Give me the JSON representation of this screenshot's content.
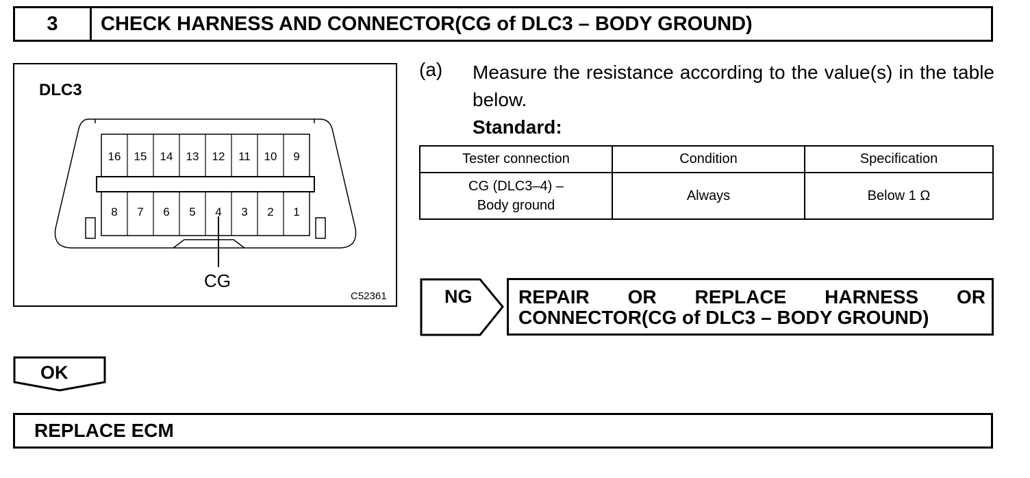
{
  "step": {
    "number": "3",
    "title": "CHECK HARNESS AND CONNECTOR(CG of DLC3 – BODY GROUND)"
  },
  "figure": {
    "title": "DLC3",
    "top_row_pins": [
      "16",
      "15",
      "14",
      "13",
      "12",
      "11",
      "10",
      "9"
    ],
    "bottom_row_pins": [
      "8",
      "7",
      "6",
      "5",
      "4",
      "3",
      "2",
      "1"
    ],
    "callout_label": "CG",
    "image_code": "C52361"
  },
  "instruction": {
    "letter": "(a)",
    "text": "Measure the resistance according to the value(s) in the table below.",
    "standard_label": "Standard:"
  },
  "spec_table": {
    "headers": [
      "Tester connection",
      "Condition",
      "Specification"
    ],
    "rows": [
      {
        "tester_connection_line1": "CG (DLC3–4) –",
        "tester_connection_line2": "Body ground",
        "condition": "Always",
        "specification": "Below 1 Ω"
      }
    ]
  },
  "ng_result": {
    "label": "NG",
    "action_line1": "REPAIR OR REPLACE HARNESS OR",
    "action_line2": "CONNECTOR(CG of DLC3 – BODY GROUND)"
  },
  "ok_result": {
    "label": "OK"
  },
  "final_action": "REPLACE ECM"
}
